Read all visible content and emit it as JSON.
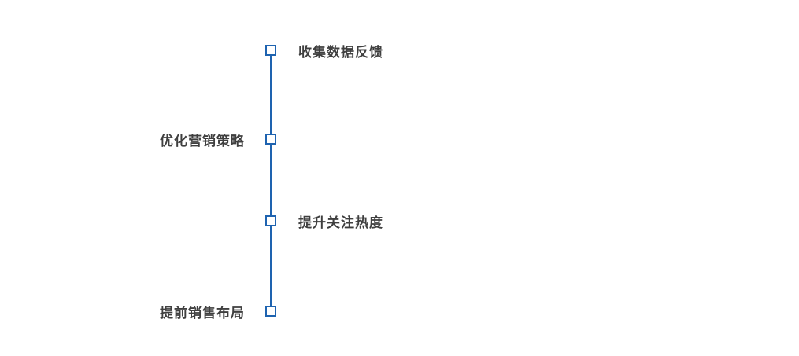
{
  "diagram": {
    "type": "vertical-timeline",
    "line_color": "#1e63b0",
    "marker_fill": "#ffffff",
    "label_color": "#3f3f3f",
    "nodes": [
      {
        "label": "收集数据反馈",
        "side": "right"
      },
      {
        "label": "优化营销策略",
        "side": "left"
      },
      {
        "label": "提升关注热度",
        "side": "right"
      },
      {
        "label": "提前销售布局",
        "side": "left"
      }
    ]
  }
}
